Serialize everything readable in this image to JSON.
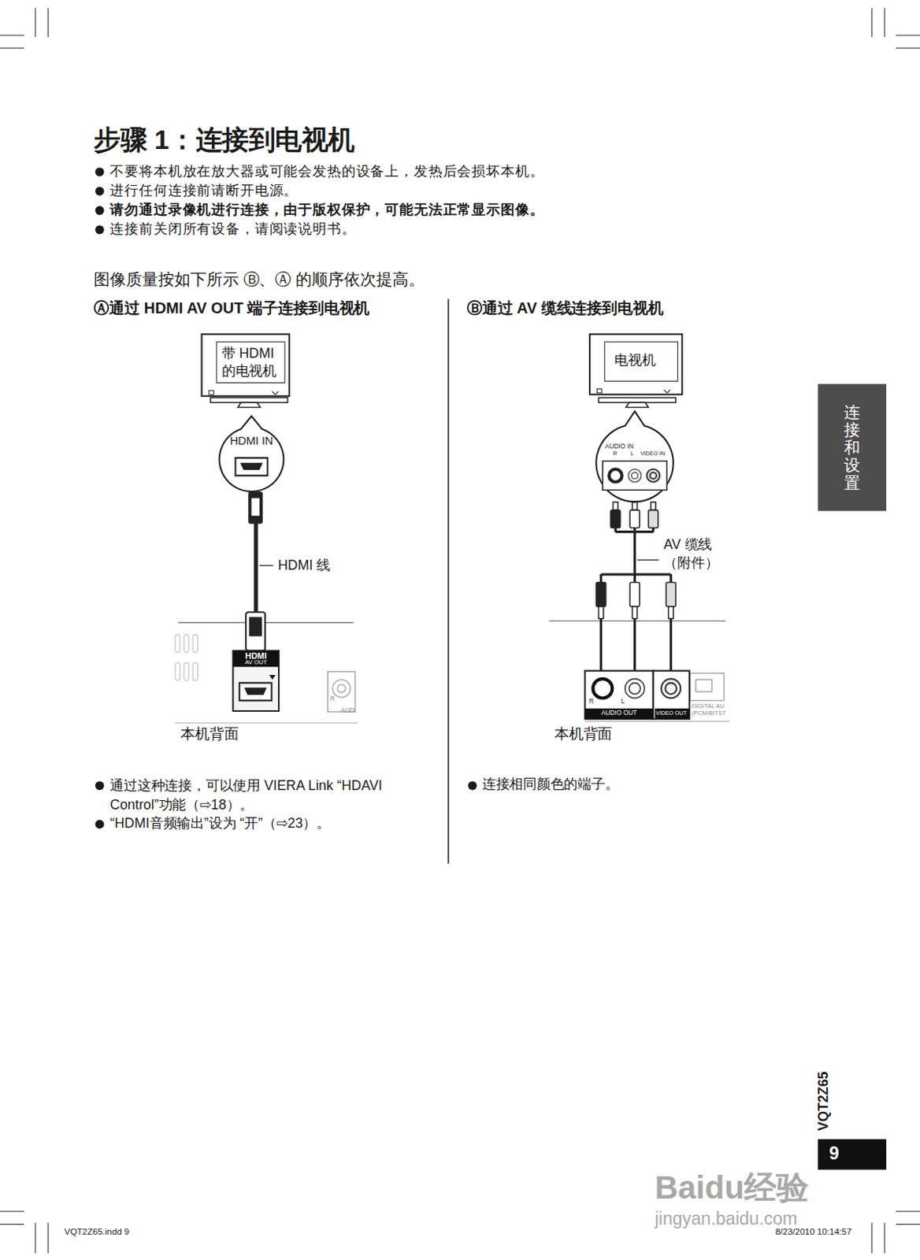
{
  "diagram": {
    "nodes": [
      {
        "text": [
          "带 HDMI 的电视机"
        ]
      },
      {
        "text": [
          "HDMI IN"
        ]
      },
      {
        "text": [
          "HDMI",
          "AV OUT"
        ]
      },
      {
        "text": [
          "电视机"
        ]
      },
      {
        "text": [
          "AUDIO IN",
          "R",
          "L",
          "VIDEO IN"
        ]
      },
      {
        "text": [
          "R",
          "L",
          "AUDIO OUT",
          "VIDEO OUT"
        ]
      },
      {
        "text": [
          "连接和设置"
        ]
      },
      {
        "text": [
          "9"
        ]
      }
    ],
    "edges": [
      {
        "from": 2,
        "to": 1,
        "arrow": "none"
      },
      {
        "from": 5,
        "to": 4,
        "arrow": "none"
      }
    ],
    "labels": [
      "步骤 1：连接到电视机",
      "不要将本机放在放大器或可能会发热的设备上，发热后会损坏本机。",
      "进行任何连接前请断开电源。",
      "请勿通过录像机进行连接，由于版权保护，可能无法正常显示图像。",
      "连接前关闭所有设备，请阅读说明书。",
      "图像质量按如下所示 Ⓑ、Ⓐ 的顺序依次提高。",
      "Ⓐ通过 HDMI AV OUT 端子连接到电视机",
      "Ⓑ通过 AV 缆线连接到电视机",
      "HDMI 线",
      "R",
      "AUDI",
      "本机背面",
      "通过这种连接，可以使用 VIERA Link “HDAVI Control”功能（⇨18）。",
      "“HDMI音频输出”设为 “开”（⇨23）。",
      "AV 缆线 （附件）",
      "DIGITAL AU",
      "(PCM/BITST",
      "本机背面",
      "连接相同颜色的端子。",
      "VQT2Z65",
      "Baidu经验",
      "jingyan.baidu.com",
      "VQT2Z65.indd 9",
      "8/23/2010 10:14:57"
    ]
  }
}
